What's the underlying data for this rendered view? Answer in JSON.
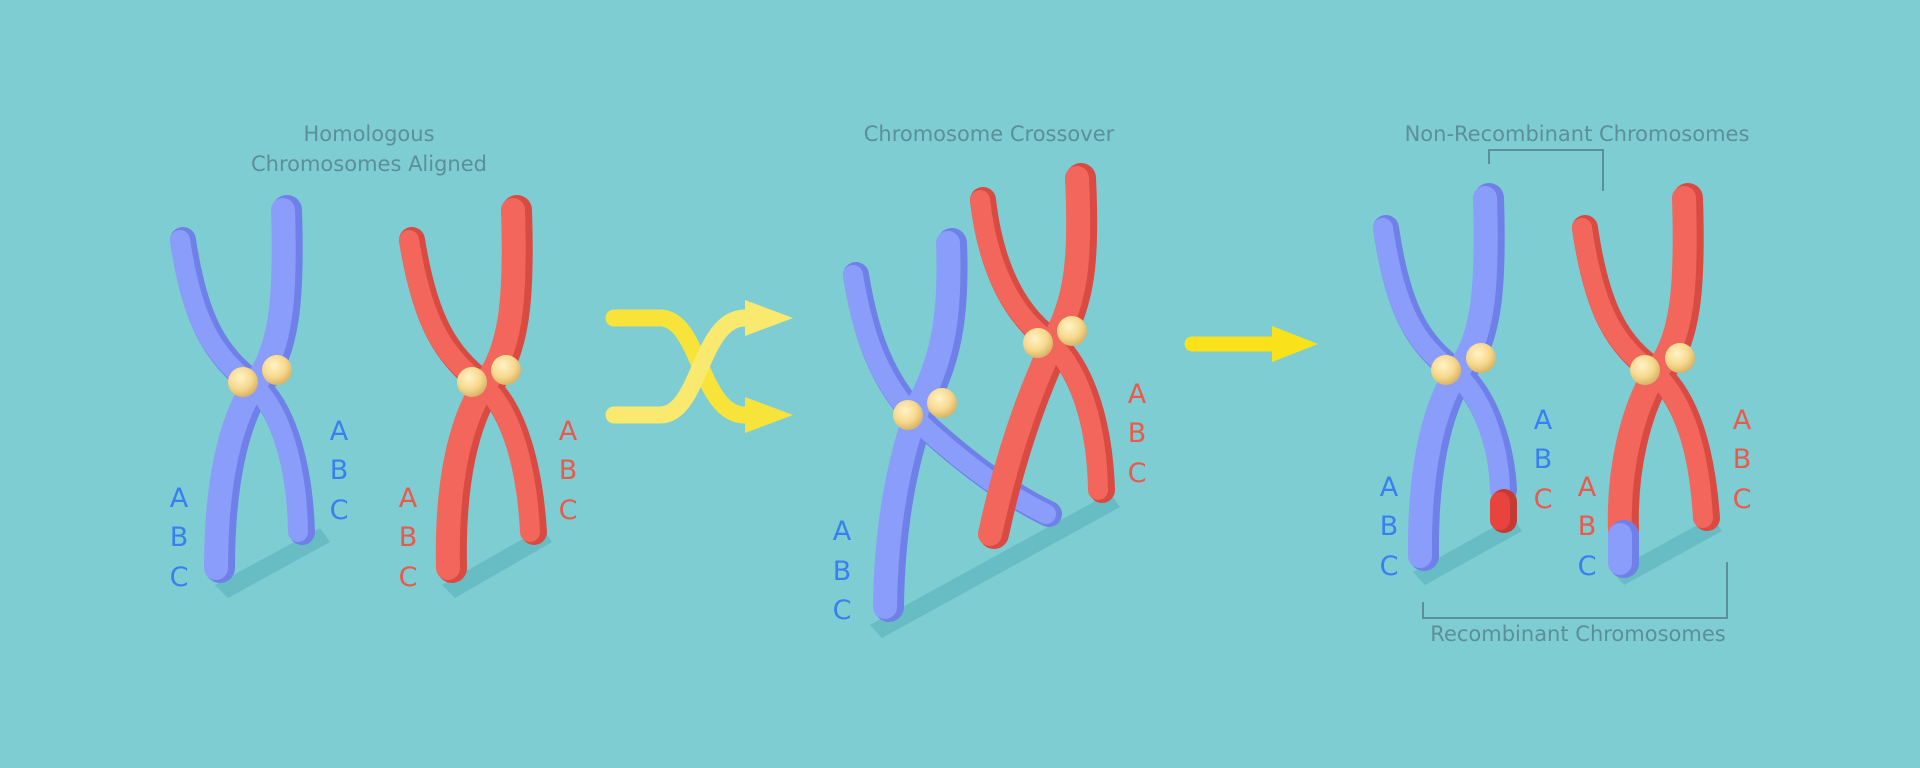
{
  "panels": {
    "aligned": {
      "title_line1": "Homologous",
      "title_line2": "Chromosomes Aligned",
      "blue_left_genes": [
        "A",
        "B",
        "C"
      ],
      "blue_right_genes": [
        "A",
        "B",
        "C"
      ],
      "red_left_genes": [
        "A",
        "B",
        "C"
      ],
      "red_right_genes": [
        "A",
        "B",
        "C"
      ]
    },
    "crossover": {
      "title": "Chromosome Crossover",
      "blue_genes": [
        "A",
        "B",
        "C"
      ],
      "red_genes": [
        "A",
        "B",
        "C"
      ]
    },
    "result": {
      "non_recombinant_label": "Non-Recombinant Chromosomes",
      "recombinant_label": "Recombinant Chromosomes",
      "blue_left_genes": [
        "A",
        "B",
        "C"
      ],
      "blue_right_genes": [
        "A",
        "B",
        "C"
      ],
      "red_left_genes": [
        "A",
        "B",
        "C"
      ],
      "red_right_genes": [
        "A",
        "B",
        "C"
      ]
    }
  },
  "colors": {
    "background": "#7ecdd2",
    "blue_chromosome": "#8b9dfa",
    "blue_chromosome_shade": "#6f80e8",
    "red_chromosome": "#f2665b",
    "red_chromosome_shade": "#d94a42",
    "centromere": "#f7d98e",
    "arrow": "#f9e21a",
    "blue_text": "#3a7ff0",
    "red_text": "#ea5a4c",
    "title_text": "#5c8f97"
  }
}
